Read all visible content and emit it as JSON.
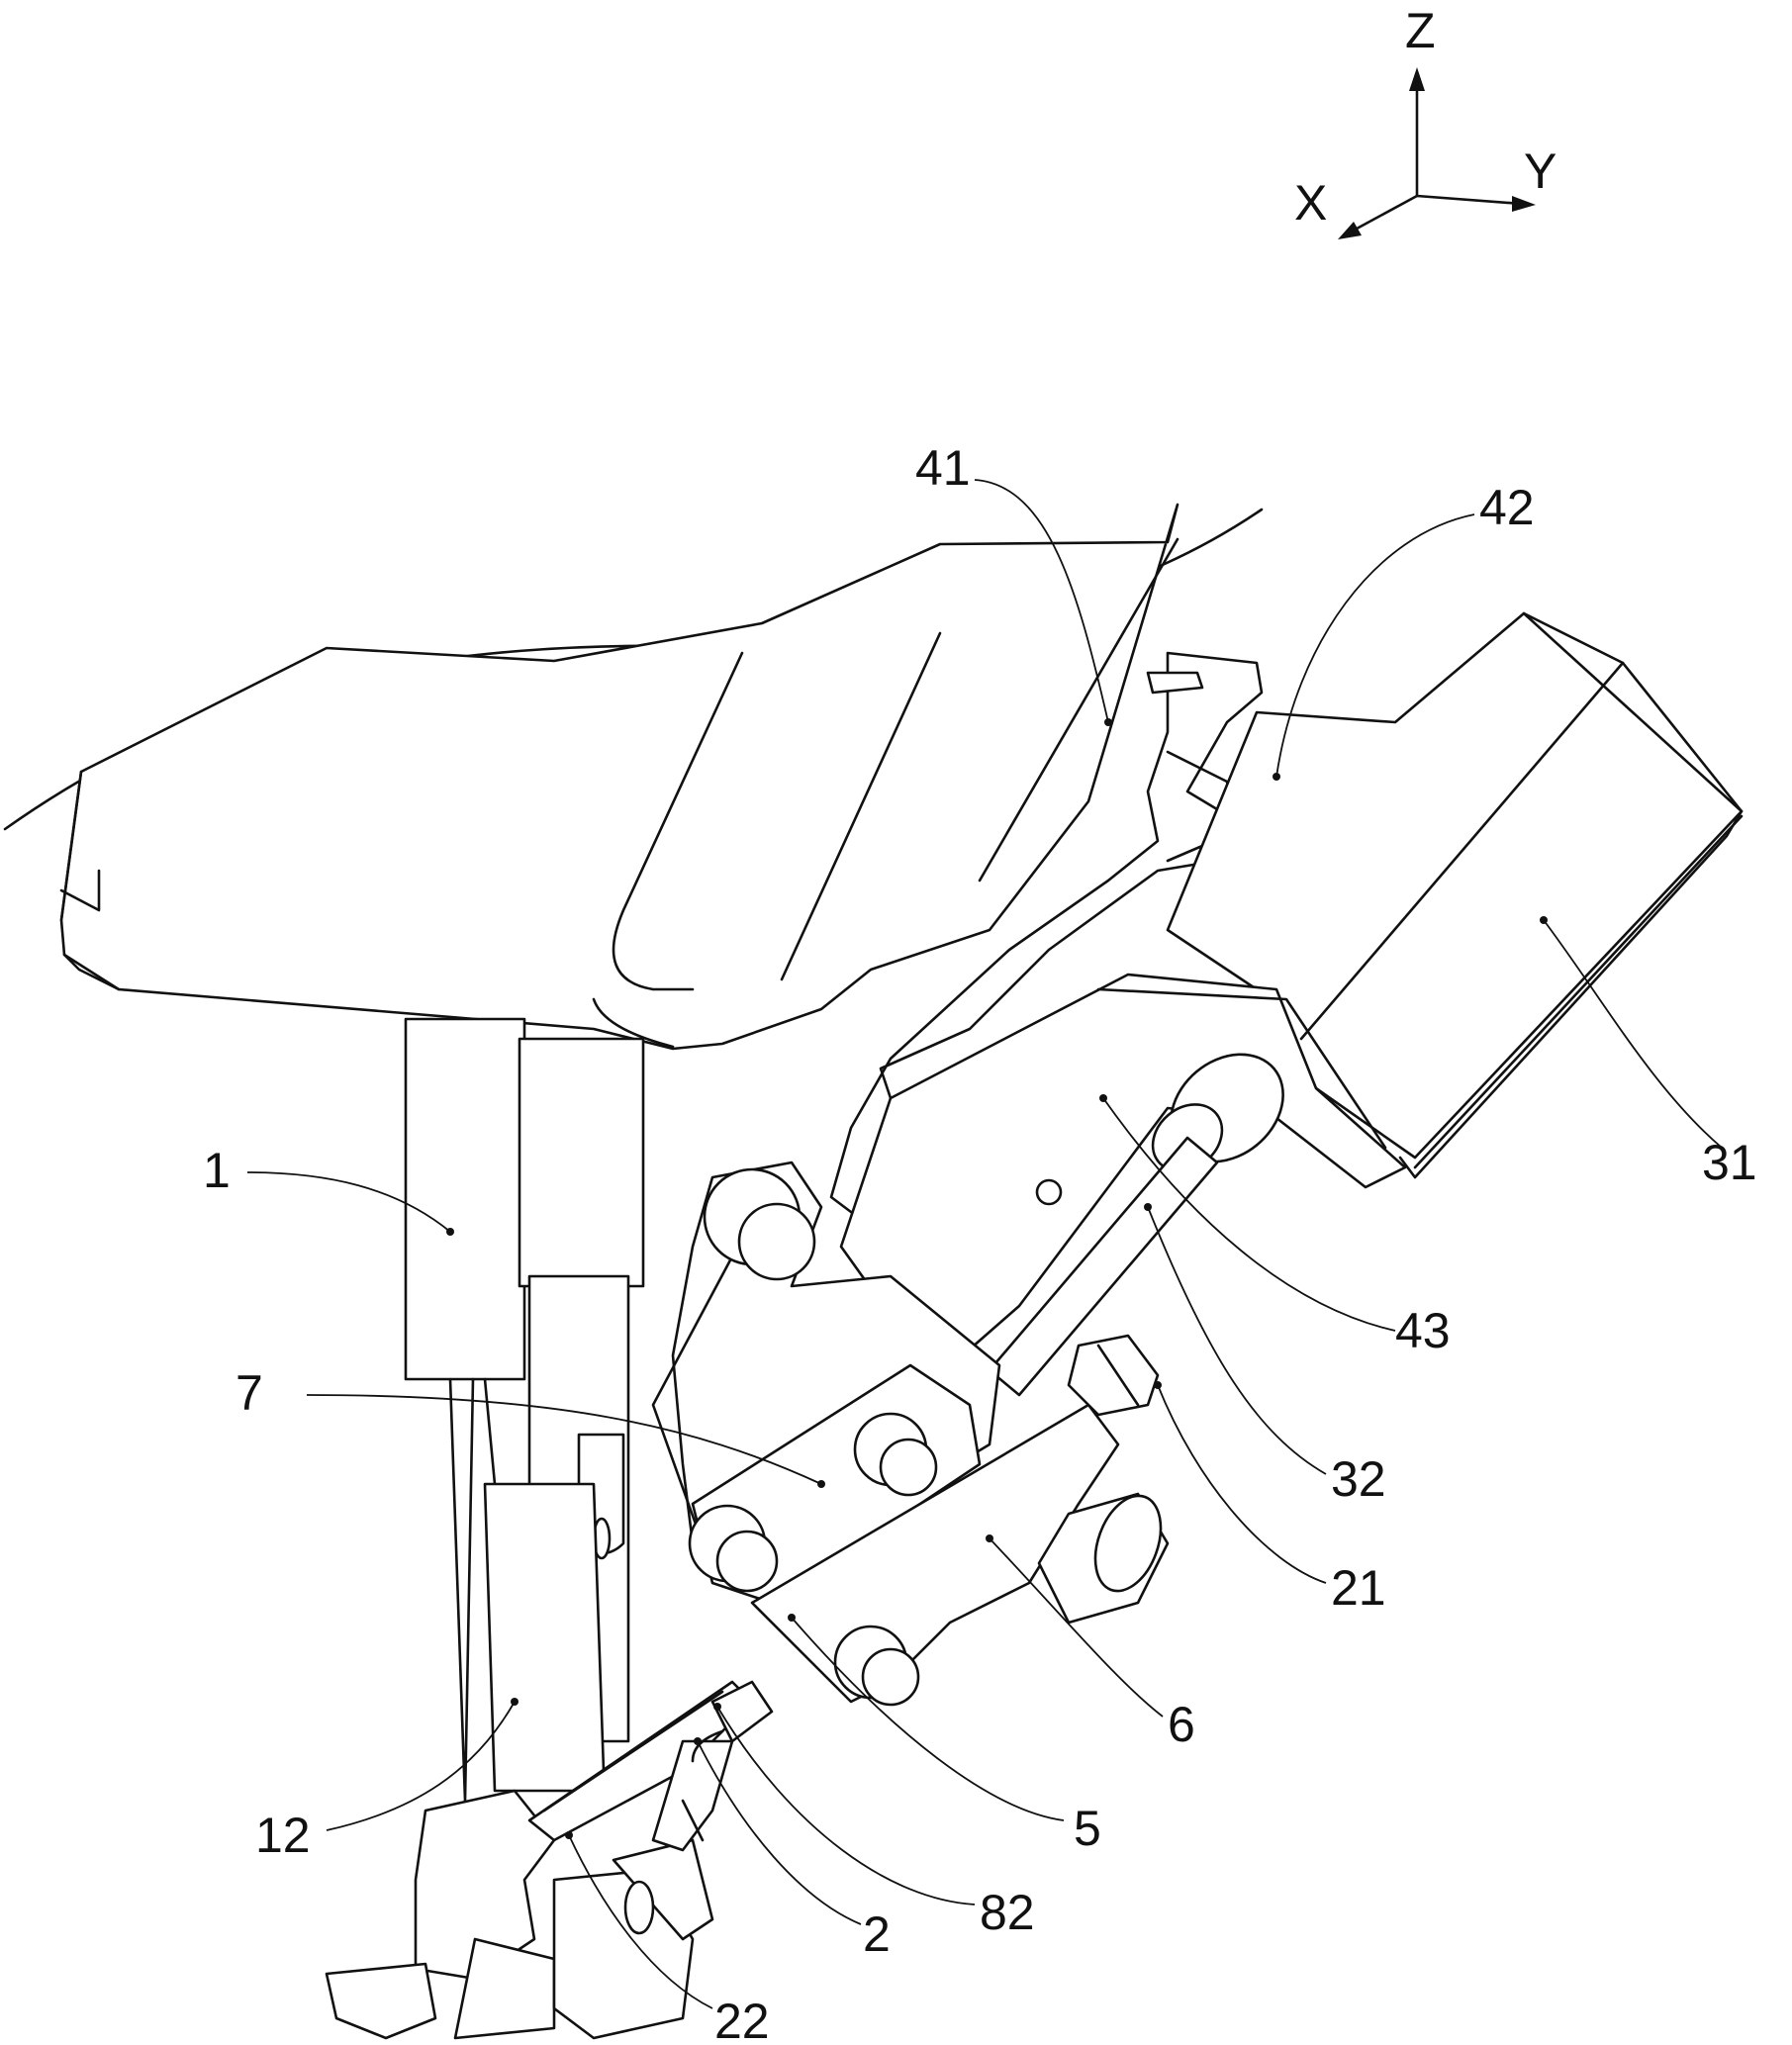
{
  "axes": {
    "z_label": "Z",
    "y_label": "Y",
    "x_label": "X"
  },
  "labels": {
    "l41": "41",
    "l42": "42",
    "l31": "31",
    "l1": "1",
    "l43": "43",
    "l7": "7",
    "l32": "32",
    "l21": "21",
    "l6": "6",
    "l12": "12",
    "l5": "5",
    "l82": "82",
    "l2": "2",
    "l22": "22"
  },
  "colors": {
    "line": "#111111",
    "background": "#ffffff"
  }
}
